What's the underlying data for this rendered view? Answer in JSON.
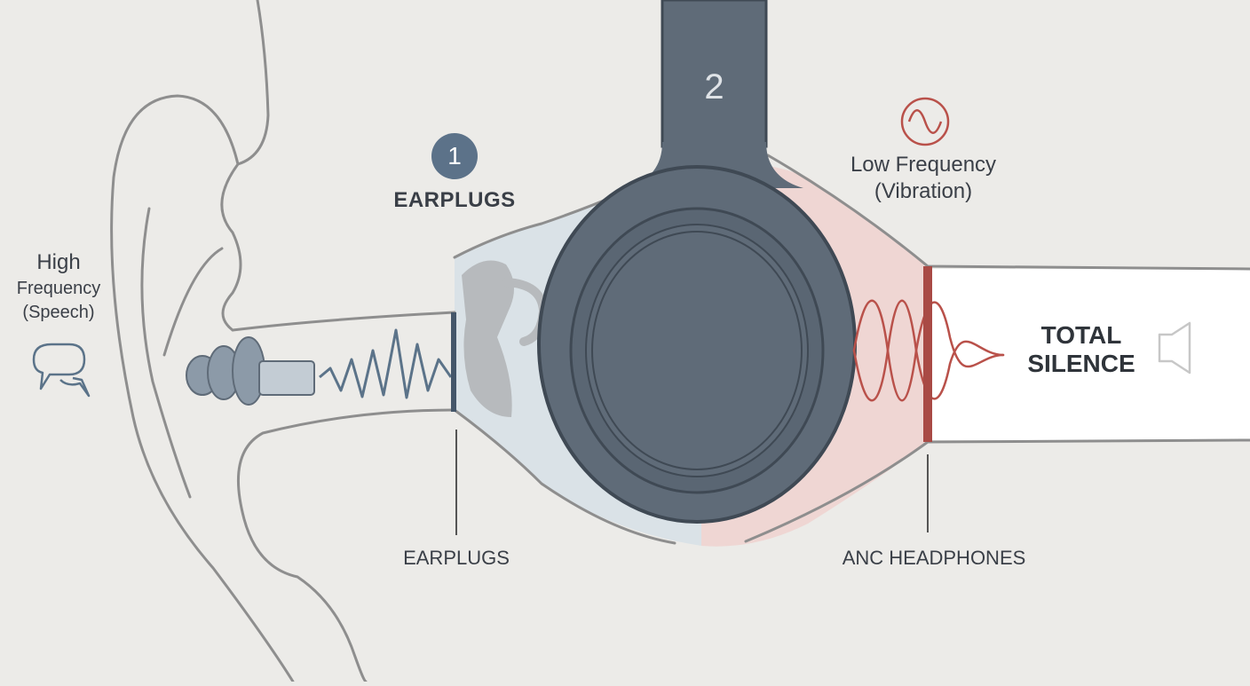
{
  "colors": {
    "background": "#ecebe8",
    "outline": "#8e8e8e",
    "headphone": "#5f6b78",
    "headphone_dark": "#3f4954",
    "earplug": "#8c9aa8",
    "earplug_zone": "#d7e0e6",
    "anc_zone": "#f0d2cf",
    "high_wave": "#5b7389",
    "low_wave": "#b9514a",
    "badge": "#5c7289"
  },
  "icons": {
    "speech": "speech-bubbles-icon",
    "low_freq": "sine-wave-circle-icon",
    "speaker": "speaker-icon"
  },
  "labels": {
    "high_freq_line1": "High",
    "high_freq_line2": "Frequency",
    "high_freq_line3": "(Speech)",
    "step1_number": "1",
    "step1_title": "EARPLUGS",
    "step2_number": "2",
    "low_freq_line1": "Low Frequency",
    "low_freq_line2": "(Vibration)",
    "silence_line1": "TOTAL",
    "silence_line2": "SILENCE",
    "earplugs_callout": "EARPLUGS",
    "anc_callout": "ANC HEADPHONES"
  }
}
